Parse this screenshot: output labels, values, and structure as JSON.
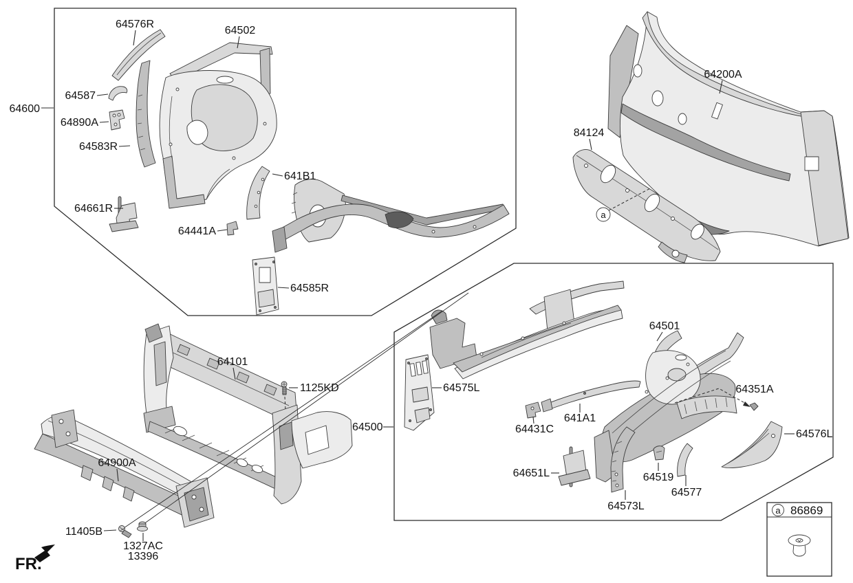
{
  "diagram": {
    "type": "automotive-body-parts-diagram",
    "assemblies": [
      {
        "id": "fender-apron-rh",
        "label": "64600"
      },
      {
        "id": "fender-apron-lh",
        "label": "64500"
      }
    ]
  },
  "callouts": {
    "c64600": "64600",
    "c64576R": "64576R",
    "c64502": "64502",
    "c64587": "64587",
    "c64890A": "64890A",
    "c64583R": "64583R",
    "c641B1": "641B1",
    "c64661R": "64661R",
    "c64441A": "64441A",
    "c64585R": "64585R",
    "c64200A": "64200A",
    "c84124": "84124",
    "c64101": "64101",
    "c1125KD": "1125KD",
    "c64500": "64500",
    "c64575L": "64575L",
    "c64431C": "64431C",
    "c641A1": "641A1",
    "c64501": "64501",
    "c64351A": "64351A",
    "c64576L": "64576L",
    "c64651L": "64651L",
    "c64519": "64519",
    "c64577": "64577",
    "c64573L": "64573L",
    "c64900A": "64900A",
    "c11405B": "11405B",
    "c1327AC": "1327AC",
    "c13396": "13396"
  },
  "markers": {
    "detail_ref": "a",
    "front_label": "FR."
  },
  "legend": {
    "ref": "a",
    "part_number": "86869",
    "fastener_icon": "push-clip-icon"
  },
  "colors": {
    "background": "#ffffff",
    "line": "#2b2b2b",
    "part_light": "#ececec",
    "part_mid": "#c0c0c0",
    "part_dark": "#868686"
  }
}
